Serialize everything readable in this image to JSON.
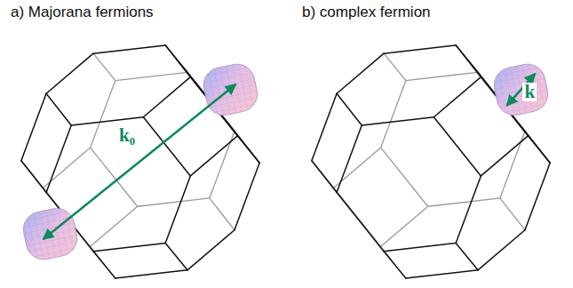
{
  "diagram": {
    "labels": [
      "a) Majorana fermions",
      "b) complex fermion",
      "k₀",
      "k"
    ]
  }
}
